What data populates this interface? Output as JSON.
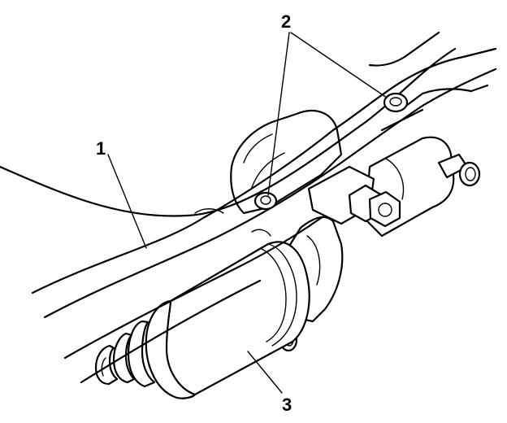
{
  "callouts": {
    "label_1": "1",
    "label_2": "2",
    "label_3": "3"
  },
  "parts": {
    "frame_rail": "frame-rail",
    "bolts": "mounting-bolts",
    "starter": "starter-motor"
  }
}
